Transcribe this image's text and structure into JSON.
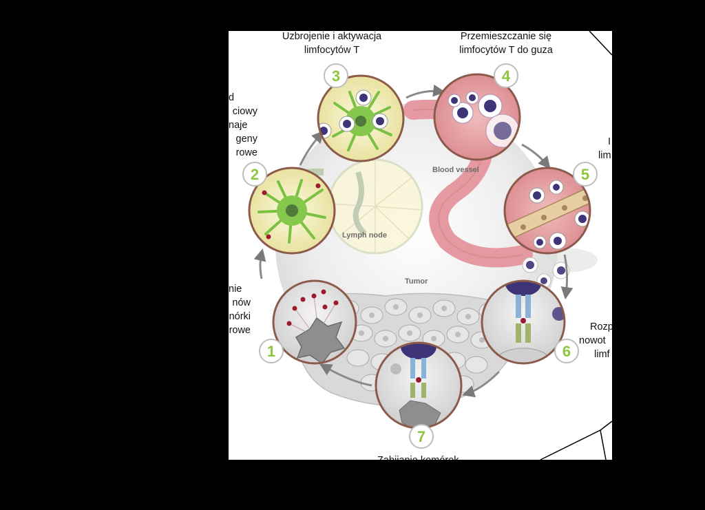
{
  "colors": {
    "background": "#000000",
    "panel": "#ffffff",
    "accent_green": "#8dc63f",
    "circle_border": "#8b5a4a",
    "vessel_pink": "#e4a3a6",
    "lymph_yellow": "#f6f2c8",
    "cell_purple": "#3d3578"
  },
  "labels": {
    "step3": [
      "Uzbrojenie i aktywacja",
      "limfocytów T"
    ],
    "step4": [
      "Przemieszczanie się",
      "limfocytów T do guza"
    ],
    "step2": [
      "d",
      "ciowy",
      "naje",
      "geny",
      "rowe"
    ],
    "step1": [
      "nie",
      "nów",
      "nórki",
      "rowe"
    ],
    "step5": [
      "I",
      "lim"
    ],
    "step6": [
      "Rozp",
      "nowot",
      "limf"
    ],
    "step7": [
      "Zabijanie komórek"
    ]
  },
  "inner_labels": {
    "blood_vessel": "Blood vessel",
    "lymph_node": "Lymph node",
    "tumor": "Tumor"
  },
  "step_numbers": [
    "1",
    "2",
    "3",
    "4",
    "5",
    "6",
    "7"
  ]
}
